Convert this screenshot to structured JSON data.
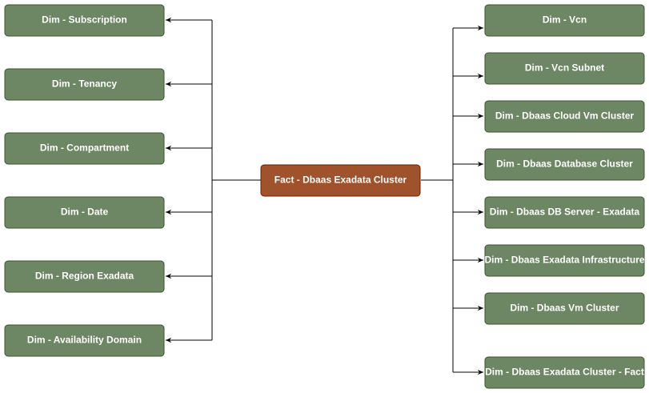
{
  "fact": {
    "label": "Fact - Dbaas Exadata Cluster"
  },
  "left_dims": [
    {
      "label": "Dim - Subscription"
    },
    {
      "label": "Dim - Tenancy"
    },
    {
      "label": "Dim - Compartment"
    },
    {
      "label": "Dim - Date"
    },
    {
      "label": "Dim - Region Exadata"
    },
    {
      "label": "Dim - Availability Domain"
    }
  ],
  "right_dims": [
    {
      "label": "Dim - Vcn"
    },
    {
      "label": "Dim - Vcn Subnet"
    },
    {
      "label": "Dim - Dbaas Cloud Vm Cluster"
    },
    {
      "label": "Dim - Dbaas Database Cluster"
    },
    {
      "label": "Dim - Dbaas DB Server - Exadata"
    },
    {
      "label": "Dim - Dbaas Exadata Infrastructure"
    },
    {
      "label": "Dim - Dbaas Vm Cluster"
    },
    {
      "label": "Dim - Dbaas Exadata Cluster - Fact"
    }
  ],
  "colors": {
    "dim_fill": "#6d8764",
    "dim_stroke": "#3a5431",
    "fact_fill": "#a0522d",
    "fact_stroke": "#6d1f00",
    "text": "#ffffff",
    "edge": "#000000"
  }
}
